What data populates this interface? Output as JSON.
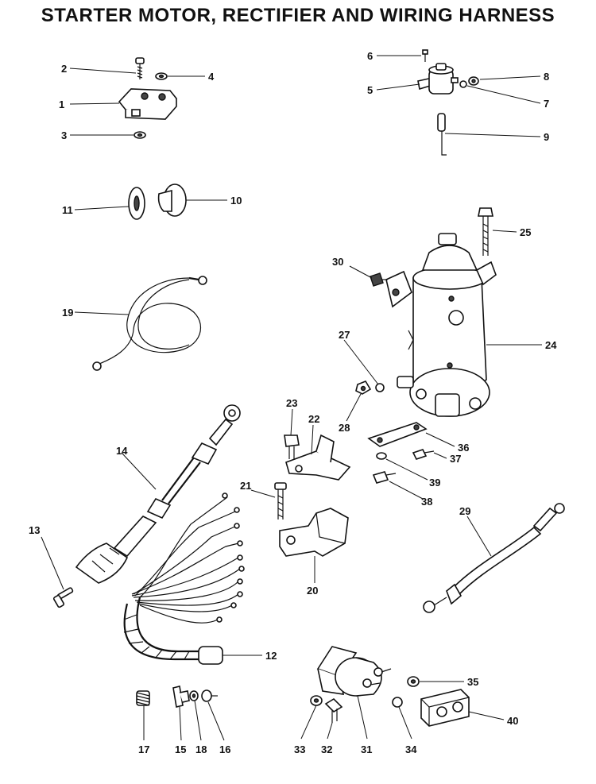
{
  "title": "STARTER MOTOR, RECTIFIER AND WIRING HARNESS",
  "callouts": [
    "1",
    "2",
    "3",
    "4",
    "5",
    "6",
    "7",
    "8",
    "9",
    "10",
    "11",
    "12",
    "13",
    "14",
    "15",
    "16",
    "17",
    "18",
    "19",
    "20",
    "21",
    "22",
    "23",
    "24",
    "25",
    "27",
    "28",
    "29",
    "30",
    "31",
    "32",
    "33",
    "34",
    "35",
    "36",
    "37",
    "38",
    "39",
    "40"
  ],
  "icons": {
    "rectifier": "rectifier-icon",
    "solenoid": "solenoid-icon",
    "starter_motor": "starter-motor-icon",
    "wiring_harness": "wiring-harness-icon"
  }
}
